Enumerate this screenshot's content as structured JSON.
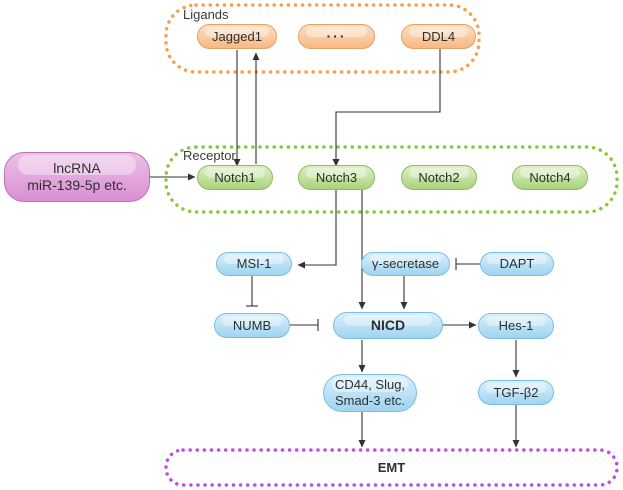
{
  "groups": {
    "ligands": "Ligands",
    "receptor": "Receptor"
  },
  "ligands": {
    "jagged1": "Jagged1",
    "ellipsis": "···",
    "ddl4": "DDL4"
  },
  "receptors": {
    "notch1": "Notch1",
    "notch3": "Notch3",
    "notch2": "Notch2",
    "notch4": "Notch4"
  },
  "lncrna": {
    "line1": "lncRNA",
    "line2": "miR-139-5p etc."
  },
  "nodes": {
    "msi1": "MSI-1",
    "gamma_secretase": "γ-secretase",
    "dapt": "DAPT",
    "numb": "NUMB",
    "nicd": "NICD",
    "hes1": "Hes-1",
    "cd44_line1": "CD44, Slug,",
    "cd44_line2": "Smad-3 etc.",
    "tgfb2": "TGF-β2",
    "emt": "EMT"
  },
  "colors": {
    "ligand_fill": "#f6b985",
    "ligand_border": "#f5a04b",
    "receptor_fill": "#a9d37c",
    "receptor_border": "#8cc63f",
    "node_fill": "#9fd4f1",
    "lncrna_fill": "#d98fd2",
    "emt_border": "#c44de0",
    "arrow": "#333333"
  }
}
